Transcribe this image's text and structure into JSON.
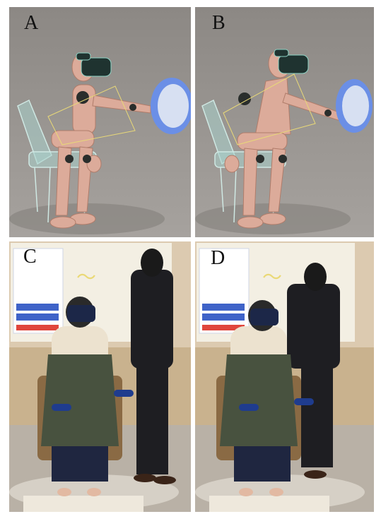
{
  "panels": [
    {
      "label": "A",
      "scene": "rendered-avatar-reaching-target"
    },
    {
      "label": "B",
      "scene": "rendered-avatar-reaching-target"
    },
    {
      "label": "C",
      "scene": "photo-vr-rehab-session"
    },
    {
      "label": "D",
      "scene": "photo-vr-rehab-session"
    }
  ],
  "colors": {
    "render_background": "#908c88",
    "avatar_skin": "#dcab9a",
    "chair_mesh": "#a9d2cc",
    "target_ring": "#6b8fe6",
    "room_wall": "#c9b28e",
    "screen": "#f3efe3"
  }
}
